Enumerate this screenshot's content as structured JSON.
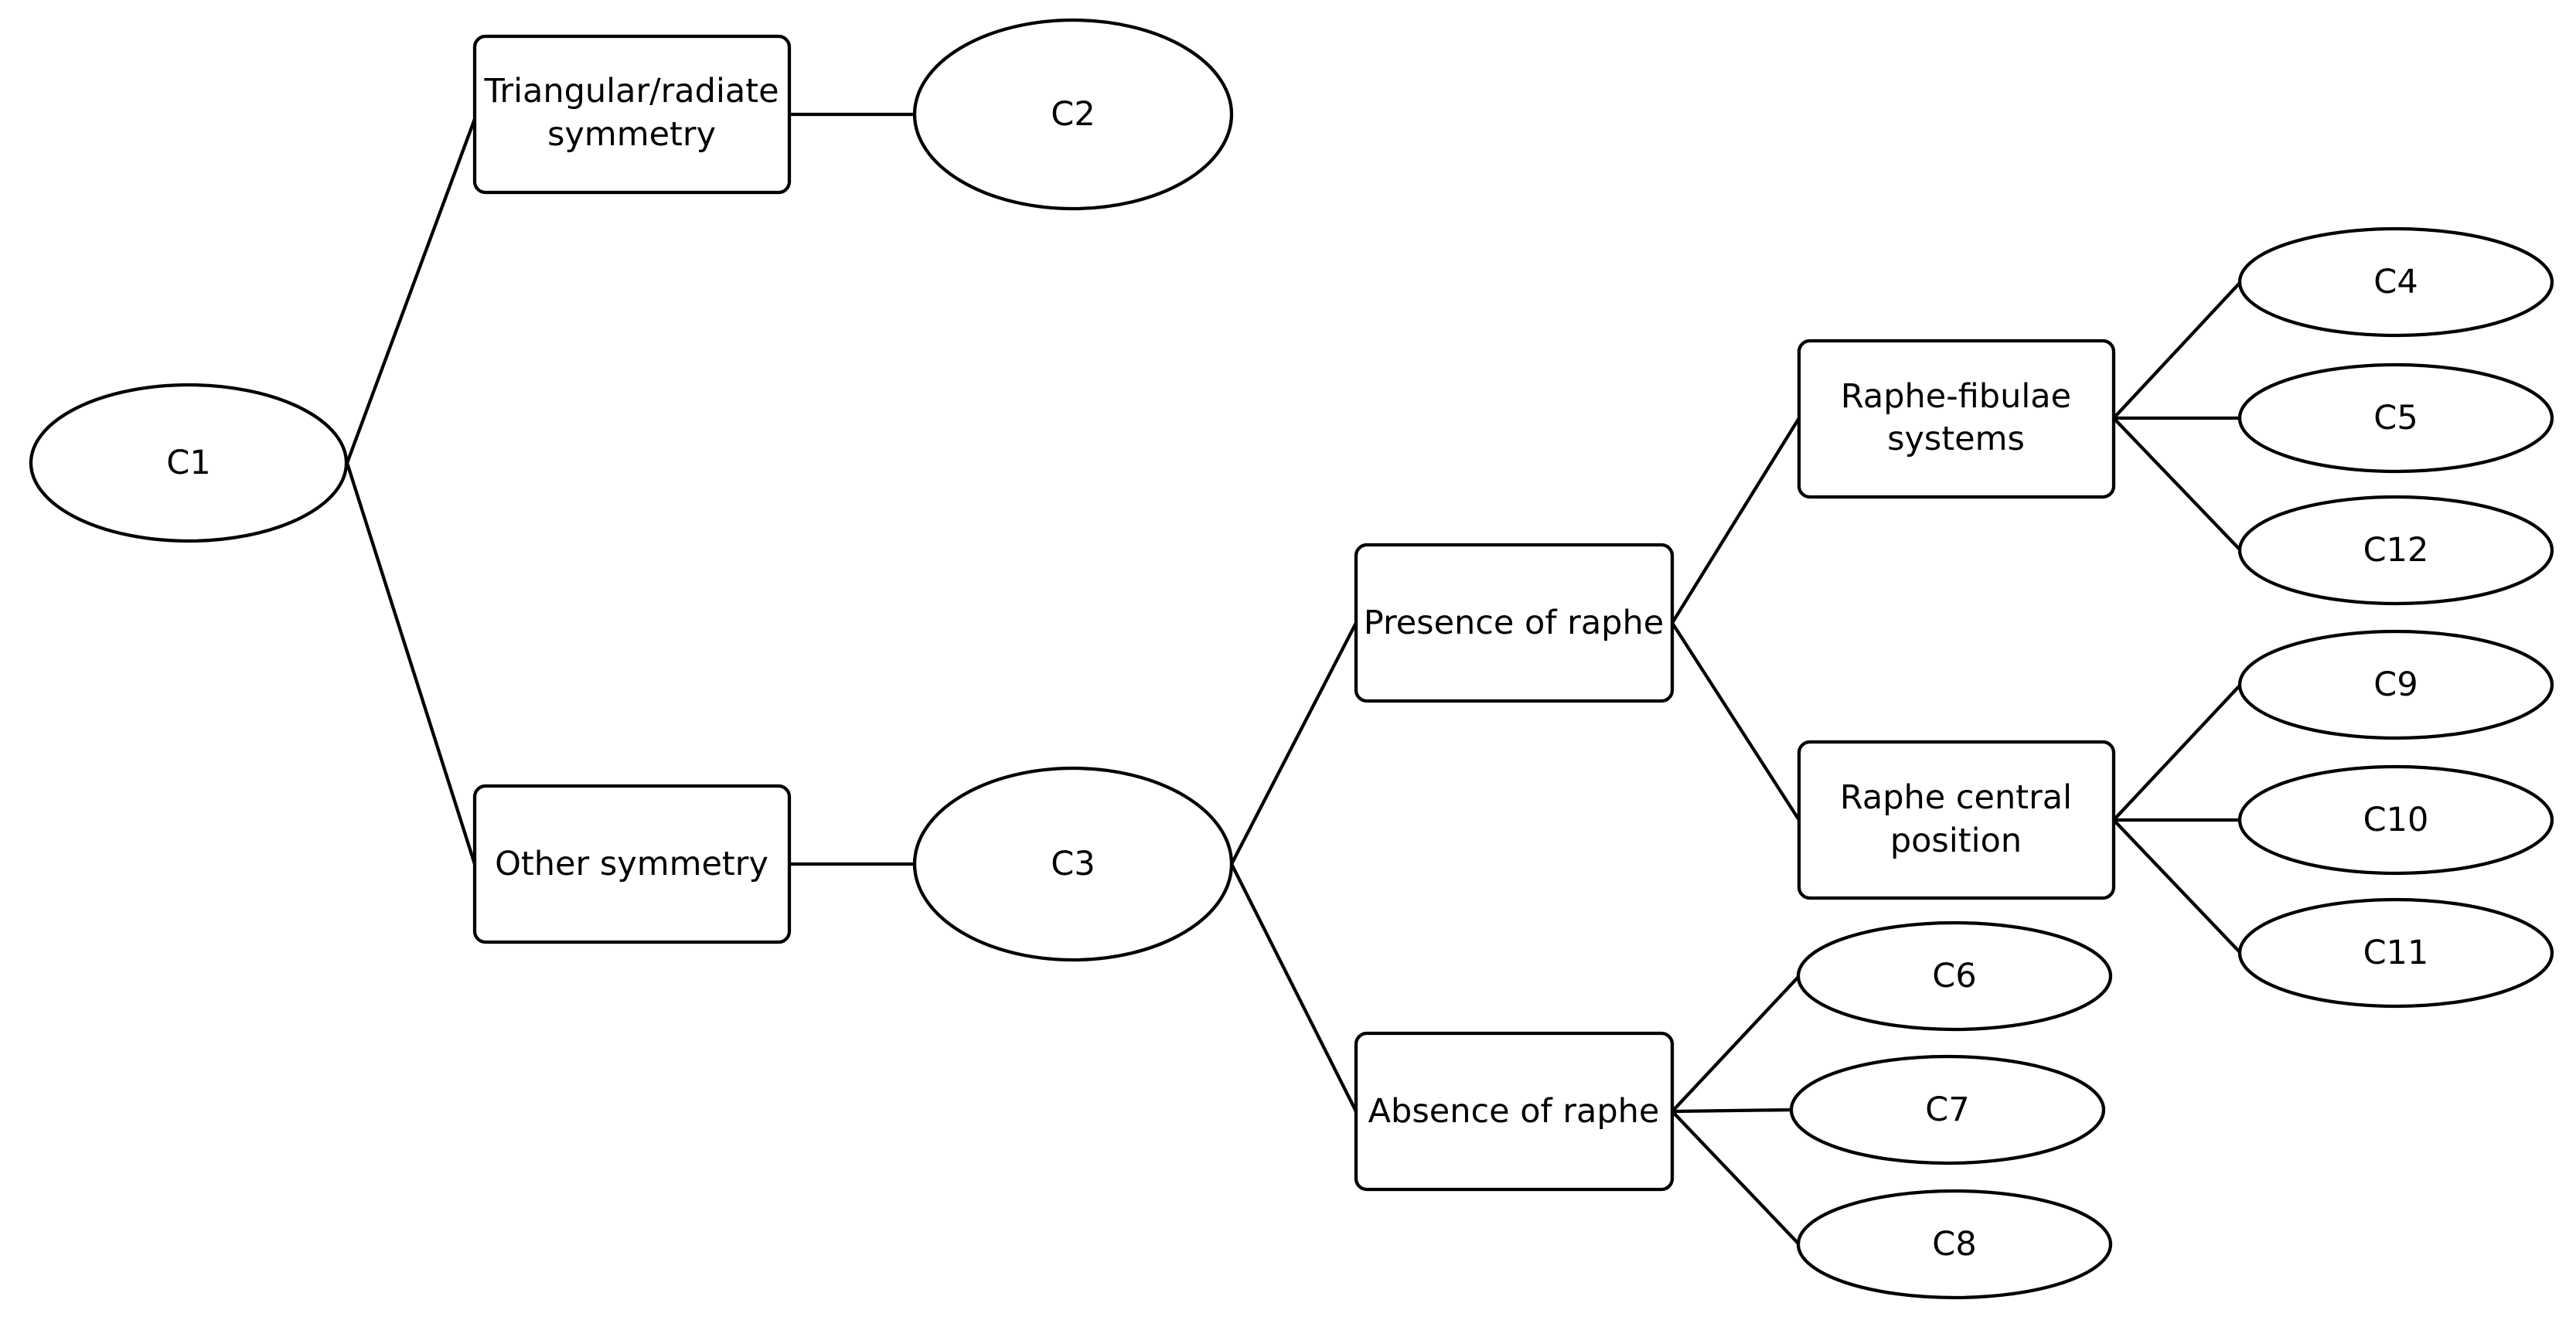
{
  "diagram": {
    "nodes": {
      "c1": "C1",
      "c2": "C2",
      "c3": "C3",
      "c4": "C4",
      "c5": "C5",
      "c6": "C6",
      "c7": "C7",
      "c8": "C8",
      "c9": "C9",
      "c10": "C10",
      "c11": "C11",
      "c12": "C12",
      "triangular": [
        "Triangular/radiate",
        "symmetry"
      ],
      "other": "Other symmetry",
      "presence": "Presence of raphe",
      "absence": "Absence of raphe",
      "fibulae": [
        "Raphe-fibulae",
        "systems"
      ],
      "central": [
        "Raphe central",
        "position"
      ]
    },
    "edges": [
      [
        "c1",
        "triangular"
      ],
      [
        "c1",
        "other"
      ],
      [
        "triangular",
        "c2"
      ],
      [
        "other",
        "c3"
      ],
      [
        "c3",
        "presence"
      ],
      [
        "c3",
        "absence"
      ],
      [
        "presence",
        "fibulae"
      ],
      [
        "presence",
        "central"
      ],
      [
        "fibulae",
        "c4"
      ],
      [
        "fibulae",
        "c5"
      ],
      [
        "fibulae",
        "c12"
      ],
      [
        "central",
        "c9"
      ],
      [
        "central",
        "c10"
      ],
      [
        "central",
        "c11"
      ],
      [
        "absence",
        "c6"
      ],
      [
        "absence",
        "c7"
      ],
      [
        "absence",
        "c8"
      ]
    ]
  }
}
